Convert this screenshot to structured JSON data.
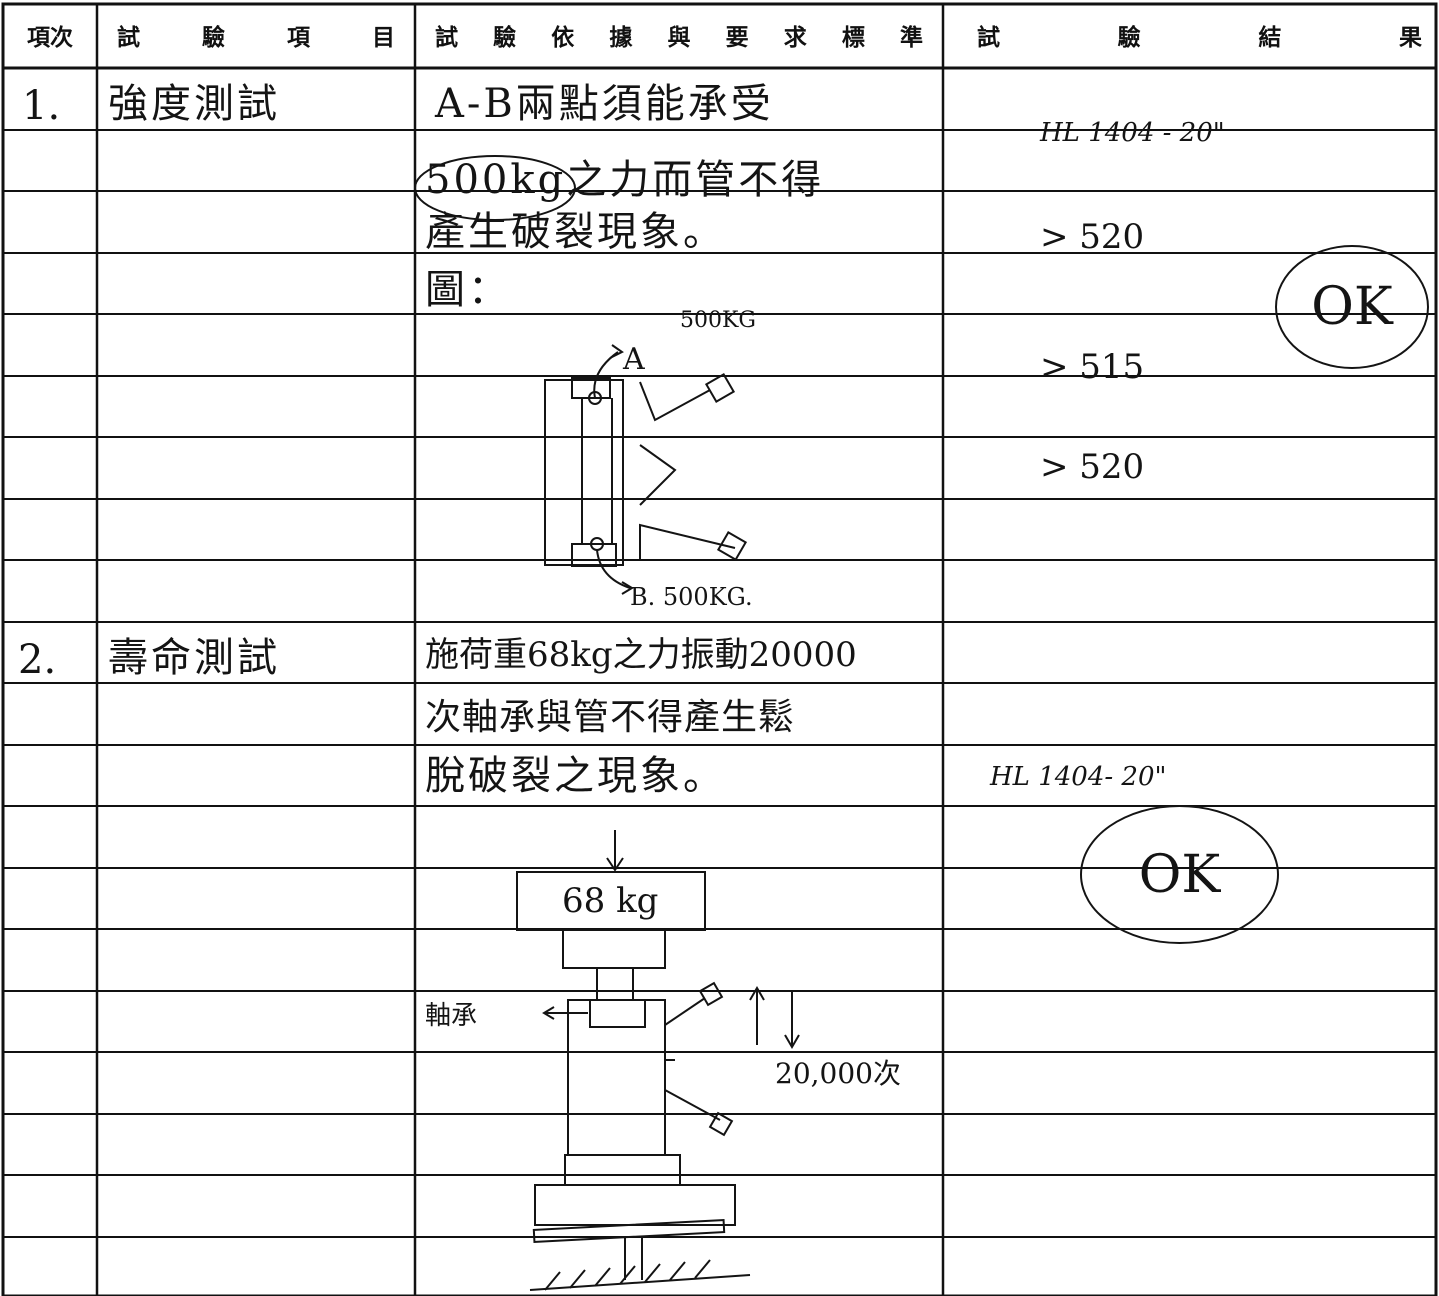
{
  "header": {
    "col_index": "項次",
    "col_item": [
      "試",
      "驗",
      "項",
      "目"
    ],
    "col_standard": [
      "試",
      "驗",
      "依",
      "據",
      "與",
      "要",
      "求",
      "標",
      "準"
    ],
    "col_result": [
      "試",
      "驗",
      "結",
      "果"
    ]
  },
  "tests": [
    {
      "index": "1.",
      "name": "強度測試",
      "standard_lines": [
        "A-B兩點須能承受",
        "500kg之力而管不得",
        "產生破裂現象。",
        "圖："
      ],
      "diagram": {
        "label_a_point": "A",
        "label_a_load": "500KG",
        "label_b": "B. 500KG."
      },
      "results": {
        "model": "HL 1404 - 20\"",
        "readings": [
          "> 520",
          "> 515",
          "> 520"
        ],
        "verdict": "OK"
      }
    },
    {
      "index": "2.",
      "name": "壽命測試",
      "standard_lines": [
        "施荷重68kg之力振動20000",
        "次軸承與管不得產生鬆",
        "脫破裂之現象。"
      ],
      "diagram": {
        "weight_label": "68 kg",
        "bearing_label": "軸承",
        "cycles_label": "20,000次"
      },
      "results": {
        "model": "HL 1404- 20\"",
        "verdict": "OK"
      }
    }
  ]
}
